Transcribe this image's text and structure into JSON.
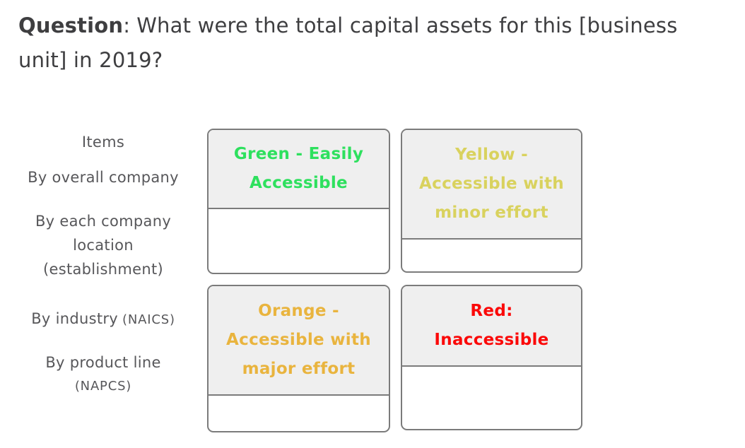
{
  "question": {
    "label": "Question",
    "colon": ":",
    "line1": "What were the total capital assets for this [business",
    "line2": "unit] in 2019?"
  },
  "row_labels": {
    "title": "Items",
    "overall_company": "By overall company",
    "location_lines": [
      "By each company",
      "location",
      "(establishment)"
    ],
    "industry_prefix": "By industry",
    "industry_acronym": "(NAICS)",
    "product_line": "By product line",
    "product_acronym": "(NAPCS)"
  },
  "matrix": {
    "cells": [
      {
        "key": "green",
        "label": "Green - Easily Accessible",
        "lines": [
          "Green - Easily",
          "Accessible"
        ],
        "text_color": "#2ee05e"
      },
      {
        "key": "yellow",
        "label": "Yellow - Accessible with minor effort",
        "lines": [
          "Yellow -",
          "Accessible with",
          "minor effort"
        ],
        "text_color": "#d9d25e"
      },
      {
        "key": "orange",
        "label": "Orange - Accessible with major effort",
        "lines": [
          "Orange -",
          "Accessible with",
          "major effort"
        ],
        "text_color": "#e9b43e"
      },
      {
        "key": "red",
        "label": "Red: Inaccessible",
        "lines": [
          "Red:",
          "Inaccessible"
        ],
        "text_color": "#fb0909"
      }
    ]
  },
  "colors": {
    "cell_header_bg": "#efefef",
    "cell_border": "#7b7b7b",
    "question_text": "#3e3e40",
    "label_text": "#57575a"
  }
}
